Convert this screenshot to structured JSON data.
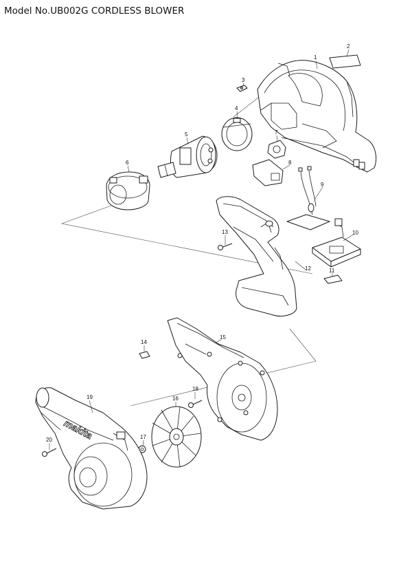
{
  "title": "Model No.UB002G CORDLESS BLOWER",
  "parts": [
    {
      "no": "1"
    },
    {
      "no": "2"
    },
    {
      "no": "3"
    },
    {
      "no": "4"
    },
    {
      "no": "5"
    },
    {
      "no": "6"
    },
    {
      "no": "7"
    },
    {
      "no": "8"
    },
    {
      "no": "9"
    },
    {
      "no": "10"
    },
    {
      "no": "11"
    },
    {
      "no": "12"
    },
    {
      "no": "13"
    },
    {
      "no": "14"
    },
    {
      "no": "15"
    },
    {
      "no": "16"
    },
    {
      "no": "17"
    },
    {
      "no": "18"
    },
    {
      "no": "19"
    },
    {
      "no": "20"
    }
  ],
  "logo_text": "makita"
}
